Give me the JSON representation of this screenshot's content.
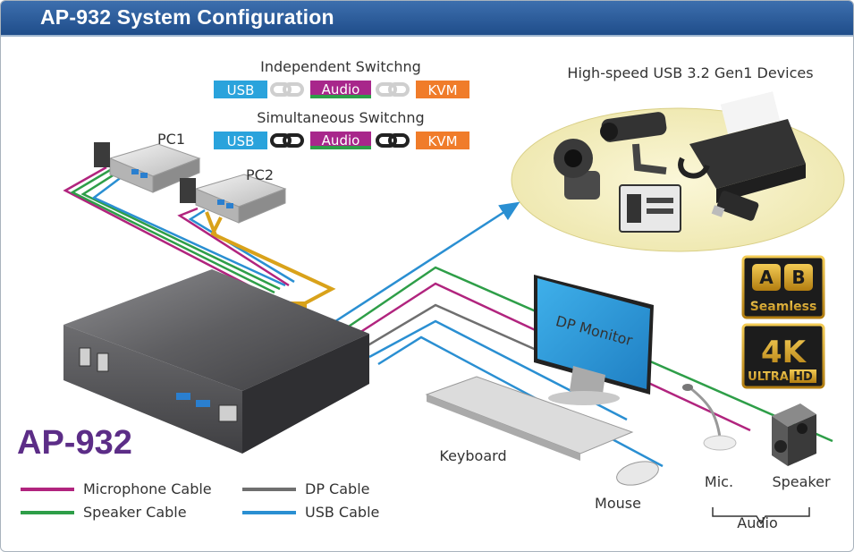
{
  "page": {
    "title": "AP-932 System Configuration"
  },
  "product": {
    "name": "AP-932"
  },
  "switching": {
    "independent_label": "Independent Switchng",
    "simultaneous_label": "Simultaneous Switchng",
    "pills": {
      "usb": "USB",
      "audio": "Audio",
      "kvm": "KVM"
    }
  },
  "pcs": {
    "pc1": "PC1",
    "pc2": "PC2"
  },
  "usb_devices": {
    "label": "High-speed USB 3.2 Gen1 Devices"
  },
  "monitor": {
    "label": "DP Monitor"
  },
  "devices": {
    "keyboard": "Keyboard",
    "mouse": "Mouse",
    "mic": "Mic.",
    "speaker": "Speaker",
    "audio": "Audio"
  },
  "badges": {
    "ab_a": "A",
    "ab_b": "B",
    "seamless": "Seamless",
    "k4": "4K",
    "ultra": "ULTRA",
    "hd": "HD"
  },
  "legend": [
    {
      "label": "Microphone Cable",
      "color": "#b1247e"
    },
    {
      "label": "DP Cable",
      "color": "#6f6f6f"
    },
    {
      "label": "Speaker Cable",
      "color": "#2e9e48"
    },
    {
      "label": "USB Cable",
      "color": "#2a8fd2"
    }
  ],
  "colors": {
    "usb": "#2aa3dc",
    "audio": "#a8278b",
    "kvm": "#f07c2a",
    "dp_display": "#d9a21a",
    "title_bar": "#2b5a96"
  }
}
